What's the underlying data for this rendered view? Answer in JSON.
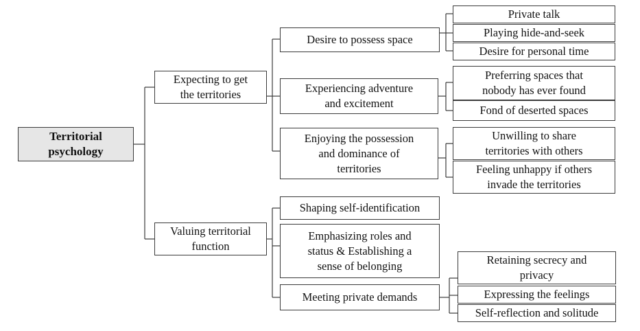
{
  "diagram": {
    "root": {
      "label": "Territorial\npsychology"
    },
    "branches": [
      {
        "label": "Expecting to get\nthe territories",
        "children": [
          {
            "label": "Desire to possess space",
            "leaves": [
              "Private talk",
              "Playing hide-and-seek",
              "Desire for personal time"
            ]
          },
          {
            "label": "Experiencing adventure\nand excitement",
            "leaves": [
              "Preferring spaces that\nnobody has ever found",
              "Fond of deserted spaces"
            ]
          },
          {
            "label": "Enjoying the possession\nand dominance of\nterritories",
            "leaves": [
              "Unwilling to share\nterritories with others",
              "Feeling unhappy if others\ninvade the territories"
            ]
          }
        ]
      },
      {
        "label": "Valuing territorial\nfunction",
        "children": [
          {
            "label": "Shaping self-identification",
            "leaves": []
          },
          {
            "label": "Emphasizing roles and\nstatus & Establishing a\nsense of belonging",
            "leaves": []
          },
          {
            "label": "Meeting private demands",
            "leaves": [
              "Retaining secrecy and\nprivacy",
              "Expressing the feelings",
              "Self-reflection and solitude"
            ]
          }
        ]
      }
    ]
  }
}
